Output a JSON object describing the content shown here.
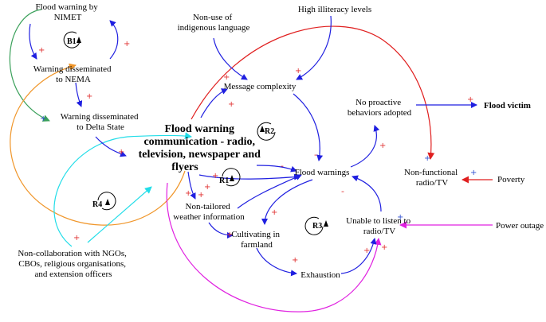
{
  "nodes": {
    "flood_warning_nimet": [
      "Flood warning by",
      "NIMET"
    ],
    "warning_nema": [
      "Warning disseminated",
      "to NEMA"
    ],
    "warning_delta": [
      "Warning disseminated",
      "to Delta State"
    ],
    "center": [
      "Flood warning",
      "communication - radio,",
      "television, newspaper and",
      "flyers"
    ],
    "non_use_language": [
      "Non-use of",
      "indigenous language"
    ],
    "illiteracy": "High illiteracy levels",
    "message_complexity": "Message complexity",
    "no_proactive": [
      "No proactive",
      "behaviors adopted"
    ],
    "flood_victim": "Flood victim",
    "flood_warnings": "Flood warnings",
    "non_functional": [
      "Non-functional",
      "radio/TV"
    ],
    "poverty": "Poverty",
    "non_tailored": [
      "Non-tailored",
      "weather information"
    ],
    "cultivating": [
      "Cultivating in",
      "farmland"
    ],
    "unable_listen": [
      "Unable to listen to",
      "radio/TV"
    ],
    "power_outage": "Power outage",
    "exhaustion": "Exhaustion",
    "non_collab": [
      "Non-collaboration with NGOs,",
      "CBOs, religious organisations,",
      "and extension officers"
    ]
  },
  "loops": {
    "b1": "B1",
    "r1": "R1",
    "r2": "R2",
    "r3": "R3",
    "r4": "R4"
  },
  "signs": {
    "plus": "+",
    "minus": "-"
  },
  "colors": {
    "blue": "#1f1fe0",
    "red": "#e01f1f",
    "green": "#3aa05a",
    "orange": "#f0962a",
    "cyan": "#22dde8",
    "magenta": "#e020e0"
  }
}
